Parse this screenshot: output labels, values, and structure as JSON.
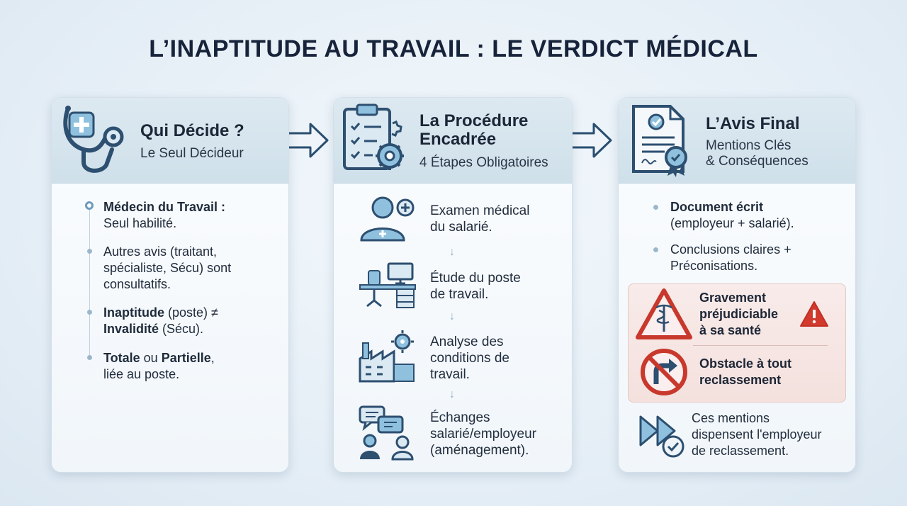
{
  "title": "L’INAPTITUDE AU TRAVAIL : LE VERDICT MÉDICAL",
  "col1": {
    "heading": "Qui Décide ?",
    "subheading": "Le Seul Décideur",
    "items": [
      {
        "bold": "Médecin du Travail :",
        "text": "Seul habilité."
      },
      {
        "line1": "Autres avis (traitant,",
        "line2": "spécialiste, Sécu) sont",
        "line3": "consultatifs."
      },
      {
        "b1": "Inaptitude",
        "t1": " (poste) ≠",
        "b2": "Invalidité",
        "t2": " (Sécu)."
      },
      {
        "b1": "Totale",
        "t1": " ou ",
        "b2": "Partielle",
        "t2": ",",
        "line2": "liée au poste."
      }
    ]
  },
  "col2": {
    "heading_line1": "La Procédure",
    "heading_line2": "Encadrée",
    "subheading": "4 Étapes Obligatoires",
    "steps": [
      {
        "line1": "Examen médical",
        "line2": "du salarié."
      },
      {
        "line1": "Étude du poste",
        "line2": "de travail."
      },
      {
        "line1": "Analyse des",
        "line2": "conditions de",
        "line3": "travail."
      },
      {
        "line1": "Échanges",
        "line2": "salarié/employeur",
        "line3": "(aménagement)."
      }
    ]
  },
  "col3": {
    "heading": "L’Avis Final",
    "subheading_line1": "Mentions Clés",
    "subheading_line2": "& Conséquences",
    "items": [
      {
        "bold": "Document écrit",
        "line2": "(employeur + salarié)."
      },
      {
        "line1": "Conclusions claires +",
        "line2": "Préconisations."
      }
    ],
    "warning1": {
      "line1": "Gravement",
      "line2": "préjudiciable",
      "line3": "à sa santé"
    },
    "warning2": {
      "line1": "Obstacle à tout",
      "line2": "reclassement"
    },
    "footer": {
      "line1": "Ces mentions",
      "line2": "dispensent l'employeur",
      "line3": "de reclassement."
    }
  },
  "colors": {
    "accent": "#2d5d86",
    "icon_light": "#cfe2ef",
    "danger": "#c8382c"
  }
}
